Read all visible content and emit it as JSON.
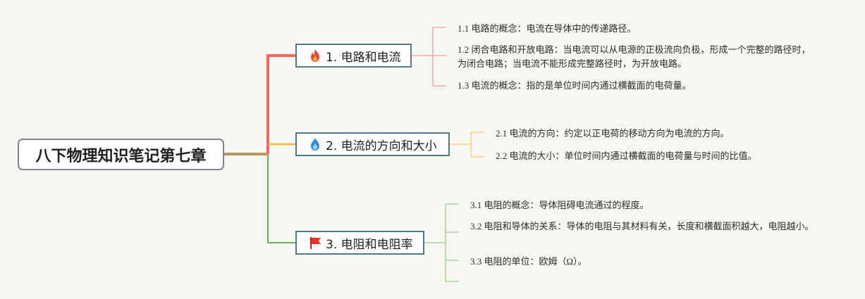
{
  "colors": {
    "root_link": "#b5985a",
    "branch1": "#f2665b",
    "branch2": "#f5b33a",
    "branch3": "#6ab25a",
    "branch_border": "#4f7c82",
    "leaf1_line": "#f2a79f",
    "leaf2_line": "#f7cf7e",
    "leaf3_line": "#a8d79c"
  },
  "root": {
    "title": "八下物理知识笔记第七章"
  },
  "branches": [
    {
      "icon": "fire-icon",
      "label": "1. 电路和电流",
      "leaves": [
        "1.1 电路的概念：电流在导体中的传递路径。",
        "1.2 闭合电路和开放电路：当电流可以从电源的正极流向负极，形成一个完整的路径时，为闭合电路；当电流不能形成完整路径时，为开放电路。",
        "1.3 电流的概念：指的是单位时间内通过横截面的电荷量。"
      ]
    },
    {
      "icon": "water-drop-icon",
      "label": "2. 电流的方向和大小",
      "leaves": [
        "2.1 电流的方向：约定以正电荷的移动方向为电流的方向。",
        "2.2 电流的大小：单位时间内通过横截面的电荷量与时间的比值。"
      ]
    },
    {
      "icon": "red-flag-icon",
      "label": "3. 电阻和电阻率",
      "leaves": [
        "3.1 电阻的概念：导体阻碍电流通过的程度。",
        "3.2 电阻和导体的关系：导体的电阻与其材料有关，长度和横截面积越大，电阻越小。",
        "3.3 电阻的单位：欧姆（Ω）。"
      ]
    }
  ]
}
